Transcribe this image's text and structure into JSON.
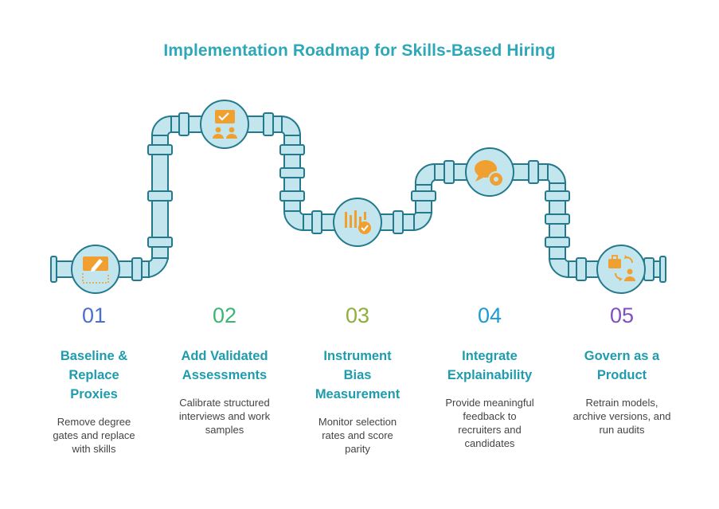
{
  "title": "Implementation Roadmap for Skills-Based Hiring",
  "colors": {
    "pipe_fill": "#c3e6ee",
    "pipe_stroke": "#237a8c",
    "icon": "#f0a030",
    "title": "#2ea8b8",
    "step_title": "#1e9cae"
  },
  "steps": [
    {
      "number": "01",
      "number_color": "#4b6fd1",
      "title_lines": [
        "Baseline &",
        "Replace",
        "Proxies"
      ],
      "desc_lines": [
        "Remove degree",
        "gates and replace",
        "with skills"
      ],
      "icon": "document-edit-icon"
    },
    {
      "number": "02",
      "number_color": "#3cb575",
      "title_lines": [
        "Add Validated",
        "Assessments"
      ],
      "desc_lines": [
        "Calibrate structured",
        "interviews and work",
        "samples"
      ],
      "icon": "presentation-team-icon"
    },
    {
      "number": "03",
      "number_color": "#8fae3c",
      "title_lines": [
        "Instrument",
        "Bias",
        "Measurement"
      ],
      "desc_lines": [
        "Monitor selection",
        "rates and score",
        "parity"
      ],
      "icon": "chart-check-icon"
    },
    {
      "number": "04",
      "number_color": "#1c9bd5",
      "title_lines": [
        "Integrate",
        "Explainability"
      ],
      "desc_lines": [
        "Provide meaningful",
        "feedback to",
        "recruiters and",
        "candidates"
      ],
      "icon": "chat-gear-icon"
    },
    {
      "number": "05",
      "number_color": "#8050c0",
      "title_lines": [
        "Govern as a",
        "Product"
      ],
      "desc_lines": [
        "Retrain models,",
        "archive versions, and",
        "run audits"
      ],
      "icon": "briefcase-person-cycle-icon"
    }
  ]
}
